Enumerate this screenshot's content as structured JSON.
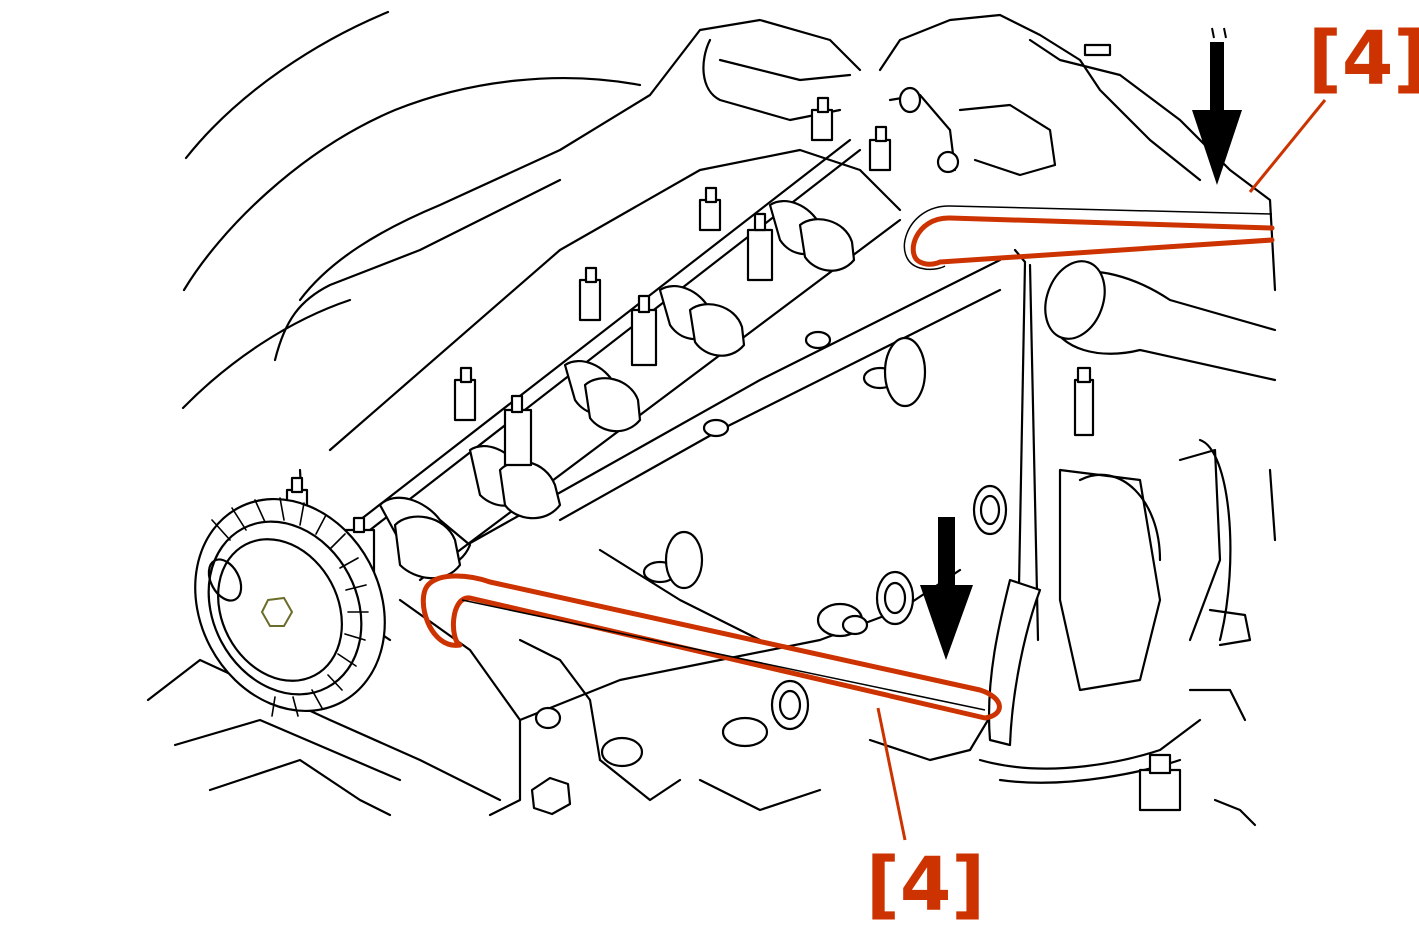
{
  "callouts": [
    {
      "id": "top-right",
      "label": "[4]"
    },
    {
      "id": "bottom",
      "label": "[4]"
    }
  ],
  "colors": {
    "callout": "#cc3300",
    "line_art": "#000000",
    "background": "#ffffff",
    "timing_mark": "#6b6b2a"
  }
}
